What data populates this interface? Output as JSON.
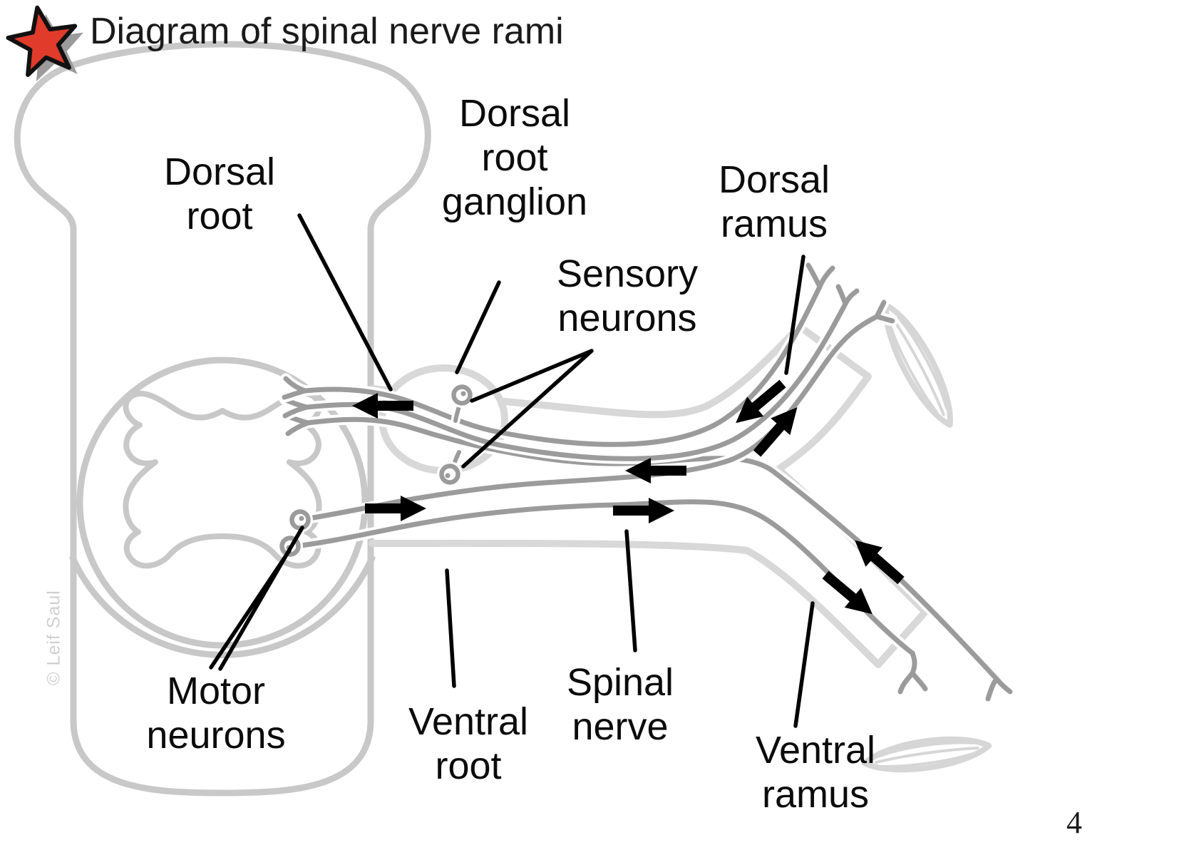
{
  "slide": {
    "title": "Diagram of spinal nerve rami",
    "page_number": "4",
    "copyright": "© Leif Saul"
  },
  "labels": {
    "dorsal_root": {
      "lines": [
        "Dorsal",
        "root"
      ]
    },
    "dorsal_root_ganglion": {
      "lines": [
        "Dorsal",
        "root",
        "ganglion"
      ]
    },
    "sensory_neurons": {
      "lines": [
        "Sensory",
        "neurons"
      ]
    },
    "dorsal_ramus": {
      "lines": [
        "Dorsal",
        "ramus"
      ]
    },
    "motor_neurons": {
      "lines": [
        "Motor",
        "neurons"
      ]
    },
    "ventral_root": {
      "lines": [
        "Ventral",
        "root"
      ]
    },
    "spinal_nerve": {
      "lines": [
        "Spinal",
        "nerve"
      ]
    },
    "ventral_ramus": {
      "lines": [
        "Ventral",
        "ramus"
      ]
    }
  },
  "icons": {
    "title_bullet": "star-icon"
  },
  "colors": {
    "star_red": "#e13b2c",
    "outline_black": "#000000",
    "cord_gray": "#c8c8c8",
    "body_wall_gray": "#d8d8d8",
    "nerve_gray": "#9b9b9b",
    "label_black": "#0b0b0b",
    "watermark_gray": "#cfcfcf"
  }
}
